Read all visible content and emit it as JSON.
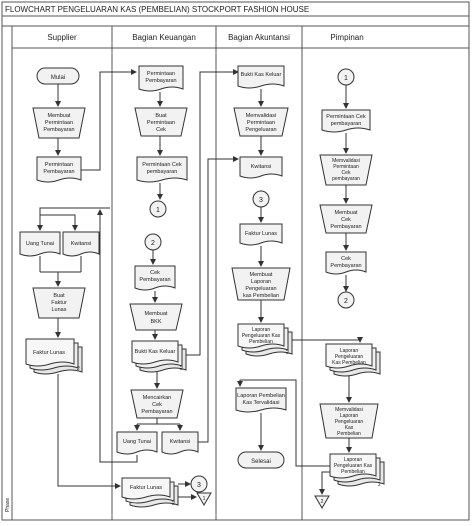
{
  "title": "FLOWCHART PENGELUARAN KAS (PEMBELIAN) STOCKPORT FASHION HOUSE",
  "lanes": [
    "Supplier",
    "Bagian Keuangan",
    "Bagian Akuntansi",
    "Pimpinan"
  ],
  "phase_label": "Phase",
  "supplier": {
    "start": "Mulai",
    "make_request": [
      "Membuat",
      "Permintaan",
      "Pembayaran"
    ],
    "request_doc": [
      "Permintaan",
      "Pembayaran"
    ],
    "cash_doc": "Uang Tunai",
    "receipt_doc": "Kwitansi",
    "make_invoice": [
      "Buat",
      "Faktur",
      "Lunas"
    ],
    "invoice_doc": "Faktur Lunas",
    "invoice_copy": "2"
  },
  "finance": {
    "request_doc": [
      "Permintaan",
      "Pembayaran"
    ],
    "make_check_request": [
      "Buat",
      "Permintaan",
      "Cek"
    ],
    "check_request_doc": [
      "Permintaan Cek",
      "pembayaran"
    ],
    "connector_1": "1",
    "connector_2": "2",
    "check_doc": [
      "Cek",
      "Pembayaran"
    ],
    "make_bkk": [
      "Membuat",
      "BKK"
    ],
    "bkk_doc": "Bukti Kas Keluar",
    "bkk_copy": "2",
    "disburse_check": [
      "Mencairkan",
      "Cek",
      "Pembayaran"
    ],
    "cash_doc": "Uang Tunai",
    "receipt_doc": "Kwitansi",
    "invoice_doc": "Faktur Lunas",
    "invoice_copy": "2",
    "connector_3": "3",
    "end_marker": "1"
  },
  "accounting": {
    "bkk_doc": "Bukti Kas Keluar",
    "validate_expense": [
      "Memvalidasi",
      "Permintaan",
      "Pengeluaran"
    ],
    "receipt_doc": "Kwitansi",
    "connector_3": "3",
    "invoice_doc": "Faktur Lunas",
    "make_report": [
      "Membuat",
      "Laporan",
      "Pengeluaran",
      "kas Pembelian"
    ],
    "report_doc": [
      "Laporan",
      "Pengeluaran Kas",
      "Pembelian"
    ],
    "report_copy": "2",
    "validated_report": [
      "Laporan Pembelian",
      "Kas Tervalidasi"
    ],
    "end": "Selesai"
  },
  "manager": {
    "connector_1": "1",
    "check_request_doc": [
      "Permintaan Cek",
      "pembayaran"
    ],
    "validate_request": [
      "Memvalidasi",
      "Permintaan",
      "Cek",
      "pembayaran"
    ],
    "make_check": [
      "Membuat",
      "Cek",
      "Pembayaran"
    ],
    "check_doc": [
      "Cek",
      "Pembayaran"
    ],
    "connector_2": "2",
    "report_doc": [
      "Laporan",
      "Pengeluaran",
      "Kas Pembelian"
    ],
    "validate_report": [
      "Memvalidasi",
      "Laporan",
      "Pengeluaran",
      "Kas",
      "Pembelian"
    ],
    "report_doc_2": [
      "Laporan",
      "Pengeluaran Kas",
      "Pembelian"
    ],
    "report_copy": "2",
    "end_marker": "2"
  }
}
